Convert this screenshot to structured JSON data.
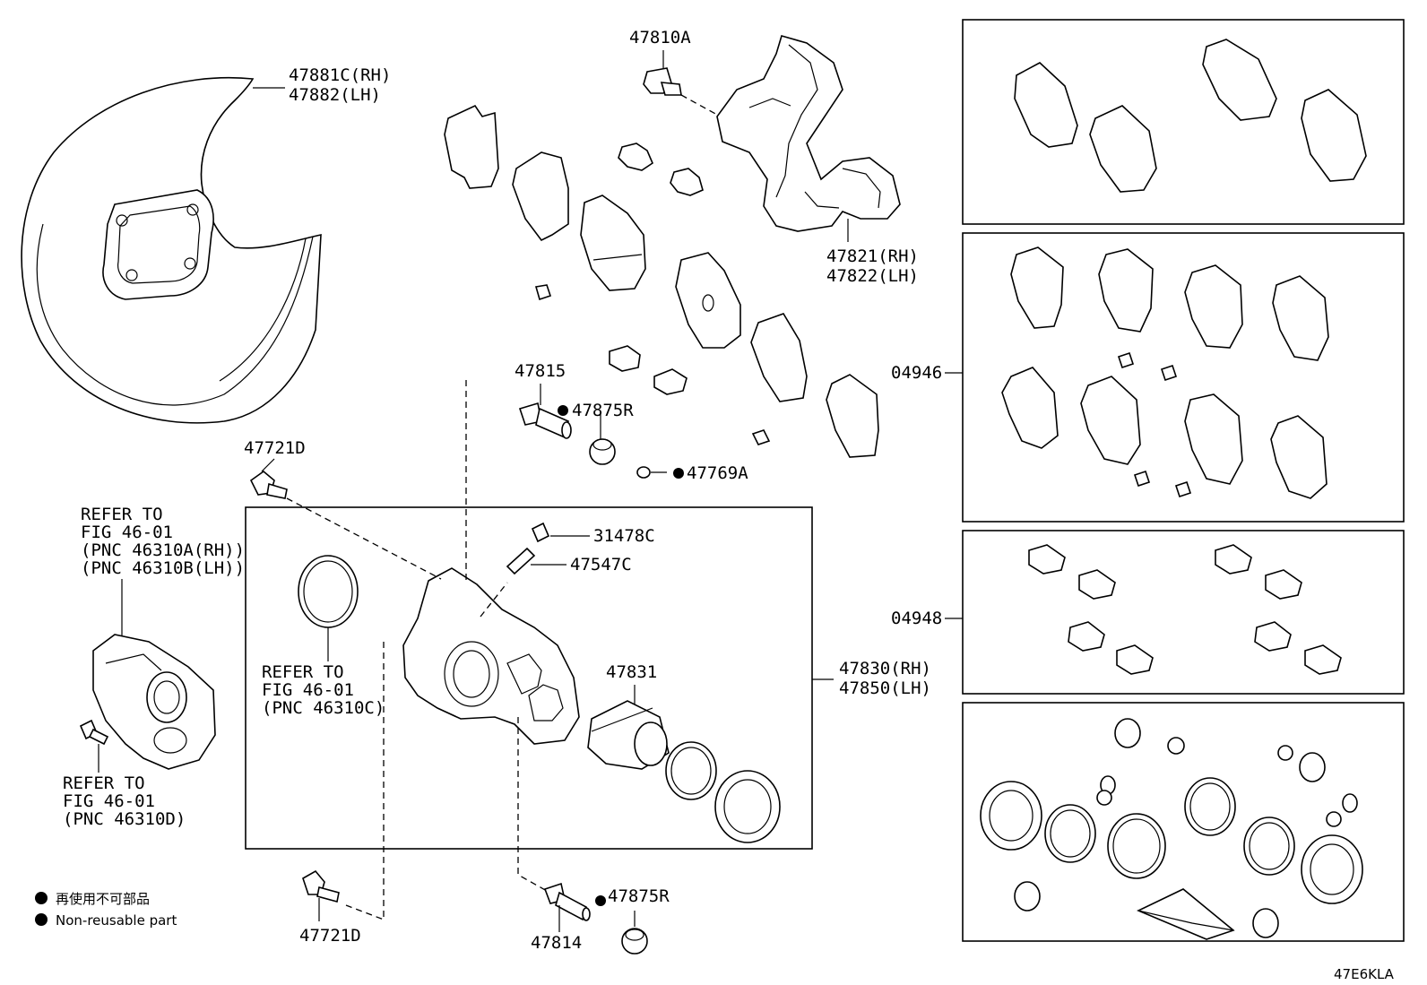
{
  "labels": {
    "shield": [
      "47881C(RH)",
      "47882(LH)"
    ],
    "bolt_top": "47810A",
    "mounting": [
      "47821(RH)",
      "47822(LH)"
    ],
    "pin_upper": "47815",
    "boot_upper": "47875R",
    "clip_769": "47769A",
    "bolt_upper": "47721D",
    "cap": "31478C",
    "bleeder": "47547C",
    "piston": "47831",
    "caliper": [
      "47830(RH)",
      "47850(LH)"
    ],
    "pad_kit": "04946",
    "shim_kit": "04948",
    "bolt_lower": "47721D",
    "pin_lower": "47814",
    "boot_lower": "47875R",
    "refer_parking": [
      "REFER TO",
      "FIG 46-01",
      "(PNC 46310A(RH))",
      "(PNC 46310B(LH))"
    ],
    "refer_seal": [
      "REFER TO",
      "FIG 46-01",
      "(PNC 46310C)"
    ],
    "refer_bolt": [
      "REFER TO",
      "FIG 46-01",
      "(PNC 46310D)"
    ]
  },
  "legend": {
    "jp": "再使用不可部品",
    "en": "Non-reusable part"
  },
  "figure_code": "47E6KLA"
}
